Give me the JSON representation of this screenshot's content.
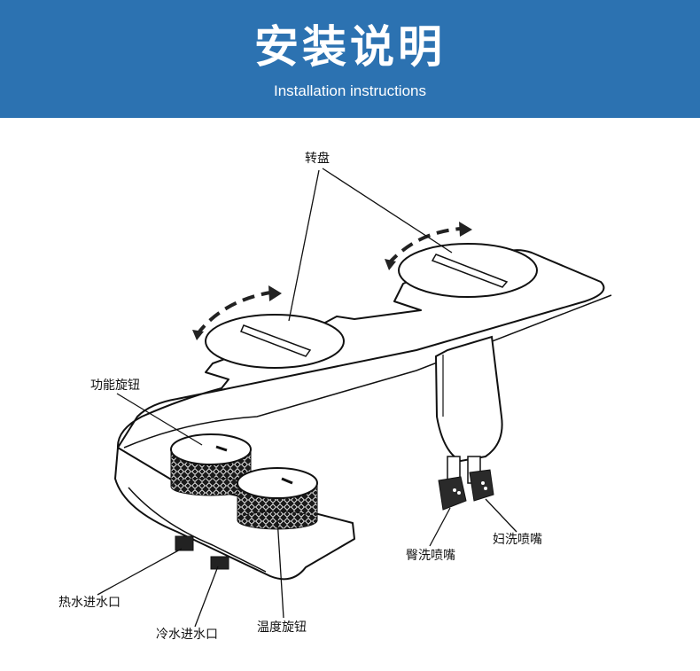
{
  "header": {
    "title": "安装说明",
    "subtitle": "Installation instructions",
    "background_color": "#2c72b1"
  },
  "labels": {
    "turntable": "转盘",
    "function_knob": "功能旋钮",
    "hot_water_inlet": "热水进水口",
    "cold_water_inlet": "冷水进水口",
    "temperature_knob": "温度旋钮",
    "hip_wash_nozzle": "臀洗喷嘴",
    "feminine_wash_nozzle": "妇洗喷嘴"
  }
}
